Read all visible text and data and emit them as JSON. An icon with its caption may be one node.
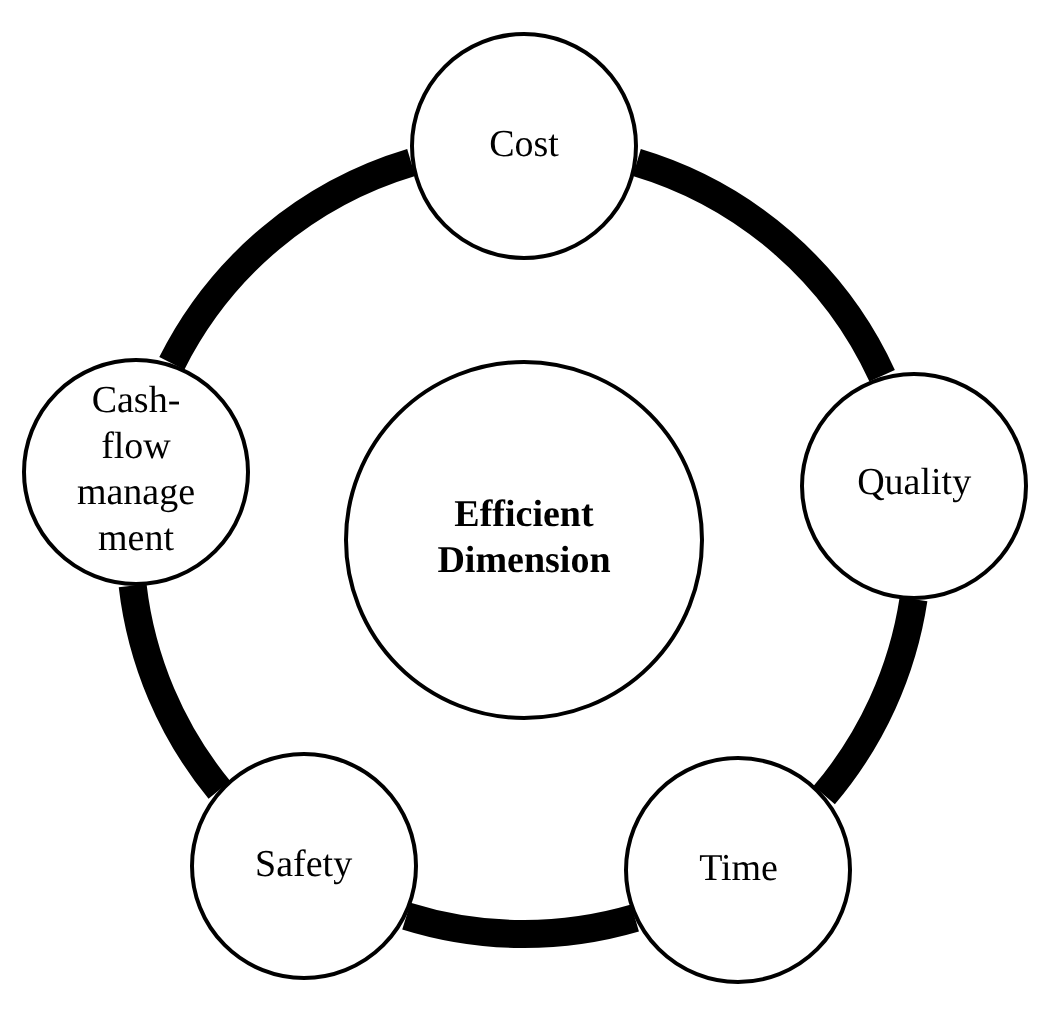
{
  "diagram": {
    "nodes": [
      {
        "text": [
          "Cost"
        ]
      },
      {
        "text": [
          "Quality"
        ]
      },
      {
        "text": [
          "Time"
        ]
      },
      {
        "text": [
          "Safety"
        ]
      },
      {
        "text": [
          "Cash- flow manage ment"
        ]
      },
      {
        "text": [
          "Efficient Dimension"
        ]
      }
    ],
    "edges": [
      {
        "from": 0,
        "to": 1,
        "arrow": "none"
      },
      {
        "from": 1,
        "to": 2,
        "arrow": "none"
      },
      {
        "from": 2,
        "to": 3,
        "arrow": "none"
      },
      {
        "from": 3,
        "to": 4,
        "arrow": "none"
      },
      {
        "from": 4,
        "to": 0,
        "arrow": "none"
      }
    ]
  }
}
